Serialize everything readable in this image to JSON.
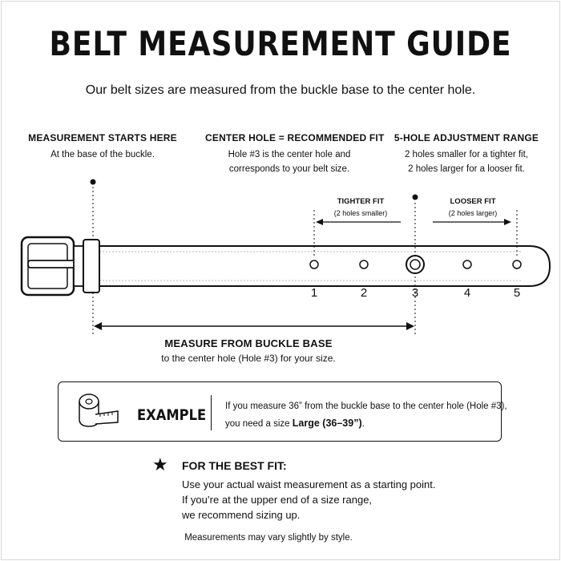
{
  "title": "BELT MEASUREMENT GUIDE",
  "subtitle": "Our belt sizes are measured from the buckle base to the center hole.",
  "columns": [
    {
      "heading": "MEASUREMENT STARTS HERE",
      "body": [
        "At the base of the buckle."
      ]
    },
    {
      "heading": "CENTER HOLE = RECOMMENDED FIT",
      "body": [
        "Hole #3 is the center hole and",
        "corresponds to your belt size."
      ]
    },
    {
      "heading": "5-HOLE ADJUSTMENT RANGE",
      "body": [
        "2 holes smaller for a tighter fit,",
        "2 holes larger for a looser fit."
      ]
    }
  ],
  "tighter": {
    "label": "TIGHTER FIT",
    "sub": "(2 holes smaller)"
  },
  "looser": {
    "label": "LOOSER FIT",
    "sub": "(2 holes larger)"
  },
  "holes": [
    "1",
    "2",
    "3",
    "4",
    "5"
  ],
  "measure": {
    "heading": "MEASURE FROM BUCKLE BASE",
    "body": "to the center hole (Hole #3) for your size."
  },
  "example": {
    "label": "EXAMPLE",
    "line1": "If you measure 36” from the buckle base to the center hole (Hole #3),",
    "line2_pre": "you need a size ",
    "line2_bold": "Large (36–39”)",
    "line2_post": "."
  },
  "tip": {
    "heading": "FOR THE BEST FIT:",
    "lines": [
      "Use your actual waist measurement as a starting point.",
      "If you’re at the upper end of a size range,",
      "we recommend sizing up."
    ]
  },
  "note": "Measurements may vary slightly by style."
}
